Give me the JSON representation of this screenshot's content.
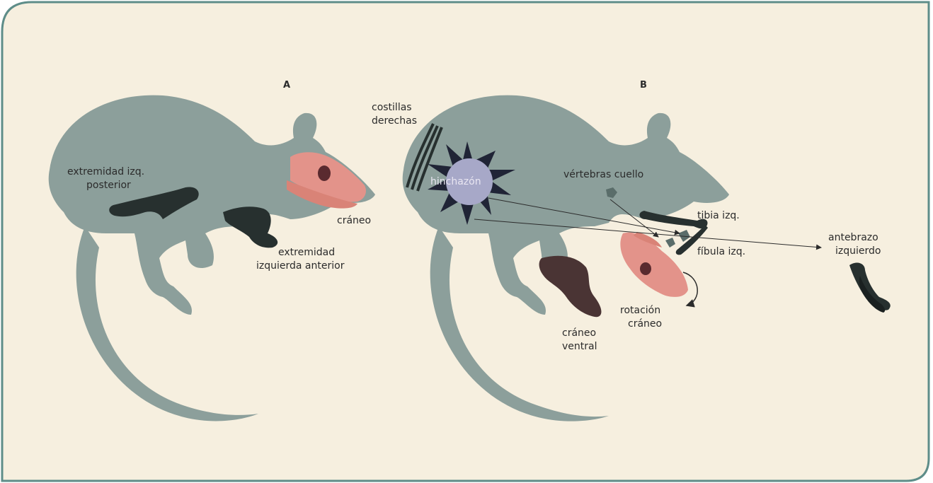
{
  "colors": {
    "background": "#f6efdf",
    "border": "#5e8d89",
    "body": "#8c9f9b",
    "limb_dark": "#27302f",
    "skull_pink": "#e3938a",
    "skull_dark": "#5a2a2f",
    "ventral_skull": "#4a3434",
    "swelling": "#a7a8c8",
    "swelling_spikes": "#202436",
    "text": "#2b2b2b"
  },
  "panel_a": {
    "letter": "A",
    "labels": {
      "left_hindlimb_1": "extremidad izq.",
      "left_hindlimb_2": "posterior",
      "skull": "cráneo",
      "left_forelimb_1": "extremidad",
      "left_forelimb_2": "izquierda anterior"
    }
  },
  "panel_b": {
    "letter": "B",
    "labels": {
      "right_ribs_1": "costillas",
      "right_ribs_2": "derechas",
      "swelling": "hinchazón",
      "neck_vertebrae": "vértebras cuello",
      "left_tibia": "tibia izq.",
      "left_fibula": "fíbula izq.",
      "left_forearm_1": "antebrazo",
      "left_forearm_2": "izquierdo",
      "skull_rotation_1": "rotación",
      "skull_rotation_2": "cráneo",
      "ventral_skull_1": "cráneo",
      "ventral_skull_2": "ventral"
    }
  }
}
